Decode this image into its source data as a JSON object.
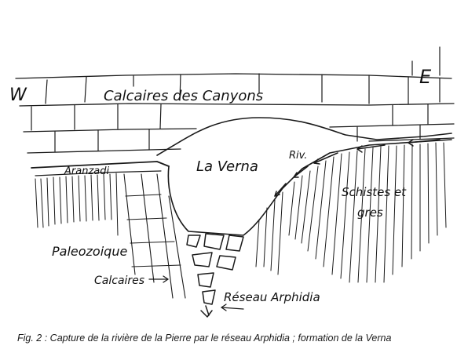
{
  "diagram": {
    "labels": {
      "west": "W",
      "east": "E",
      "upper_limestone": "Calcaires des Canyons",
      "arranzadi": "Aranzadi",
      "cavern": "La Verna",
      "river": "Riv.",
      "schists_line1": "Schistes et",
      "schists_line2": "gres",
      "paleozoic": "Paleozoique",
      "limestone": "Calcaires",
      "network": "Réseau Arphidia"
    }
  },
  "caption": "Fig. 2 : Capture de la rivière de la Pierre par le réseau Arphidia ; formation de la Verna",
  "colors": {
    "ink": "#111111",
    "caption": "#1a1a1a"
  }
}
